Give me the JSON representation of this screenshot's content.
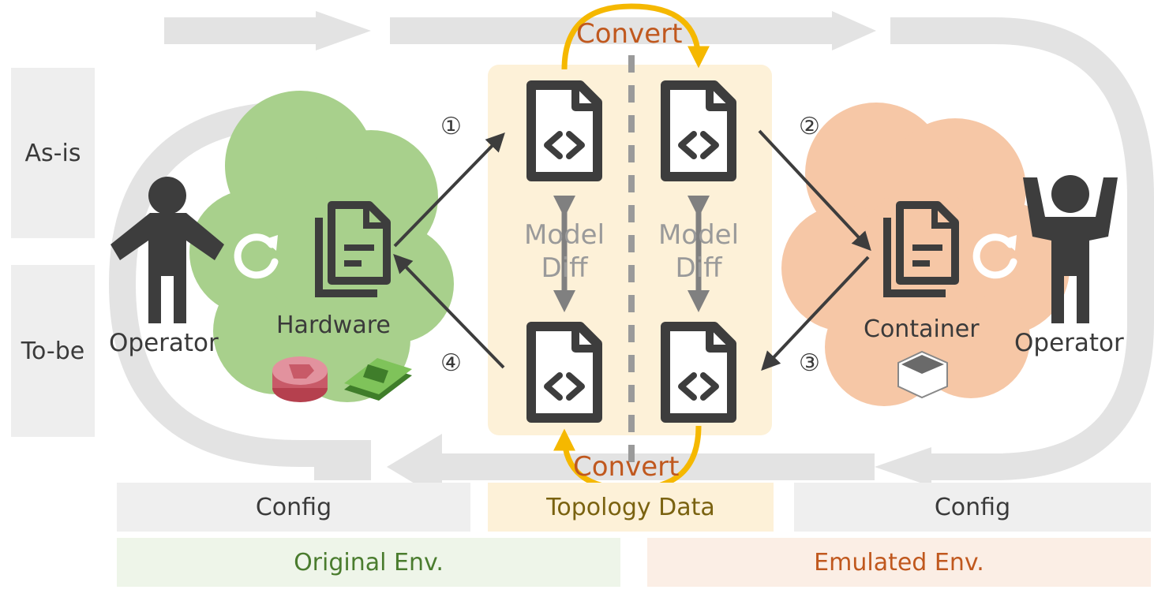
{
  "rows": {
    "as_is": "As-is",
    "to_be": "To-be"
  },
  "actors": {
    "operator_left": "Operator",
    "operator_right": "Operator"
  },
  "environments": {
    "hardware": "Hardware",
    "container": "Container"
  },
  "conversion": {
    "top": "Convert",
    "bottom": "Convert"
  },
  "model_diff": {
    "left": {
      "line1": "Model",
      "line2": "Diff"
    },
    "right": {
      "line1": "Model",
      "line2": "Diff"
    }
  },
  "steps": [
    "①",
    "②",
    "③",
    "④"
  ],
  "data_labels": {
    "config_left": "Config",
    "topology": "Topology Data",
    "config_right": "Config"
  },
  "env_labels": {
    "original": "Original Env.",
    "emulated": "Emulated Env."
  },
  "colors": {
    "original_accent": "#4a7c2e",
    "emulated_accent": "#c0581e",
    "convert_arrow": "#f5b800",
    "convert_text": "#c0581e",
    "topology_text": "#7a6210",
    "hardware_cloud": "#a8d08c",
    "container_cloud": "#f6c7a6",
    "topology_panel": "#fdf1d8",
    "cycle_arrow": "#e3e3e3",
    "icon_dark": "#3d3d3d"
  },
  "icons": {
    "operator": "person-icon",
    "operator_cheering": "person-arms-up-icon",
    "config_docs": "documents-icon",
    "code_file": "code-file-icon",
    "refresh": "refresh-icon",
    "router": "router-icon",
    "switch": "switch-icon",
    "container": "container-box-icon"
  }
}
